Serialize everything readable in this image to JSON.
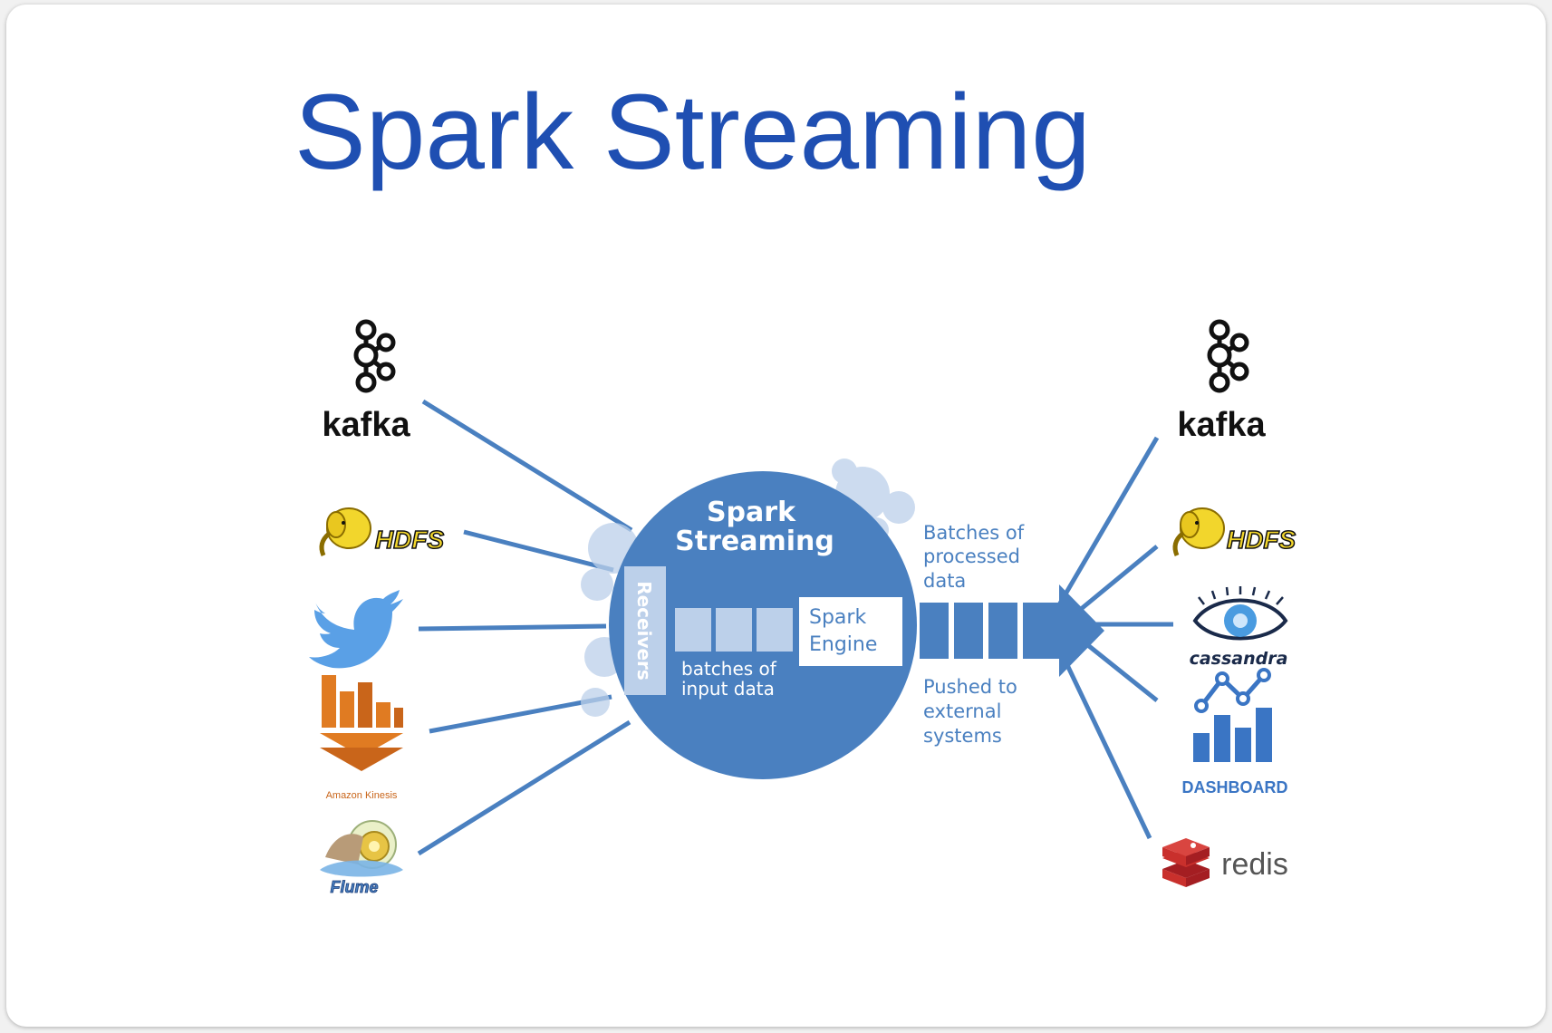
{
  "slide": {
    "title": "Spark Streaming"
  },
  "diagram": {
    "center": {
      "title_line1": "Spark",
      "title_line2": "Streaming",
      "receivers": "Receivers",
      "engine_line1": "Spark",
      "engine_line2": "Engine",
      "batches_input_line1": "batches of",
      "batches_input_line2": "input data"
    },
    "output_top": [
      "Batches of",
      "processed",
      "data"
    ],
    "output_bottom": [
      "Pushed to",
      "external",
      "systems"
    ],
    "sources": [
      {
        "name": "kafka",
        "icon": "kafka-icon"
      },
      {
        "name": "HDFS",
        "icon": "hdfs-elephant-icon"
      },
      {
        "name": "",
        "icon": "twitter-bird-icon"
      },
      {
        "name": "Amazon Kinesis",
        "icon": "kinesis-icon"
      },
      {
        "name": "Flume",
        "icon": "flume-icon"
      }
    ],
    "sinks": [
      {
        "name": "kafka",
        "icon": "kafka-icon"
      },
      {
        "name": "HDFS",
        "icon": "hdfs-elephant-icon"
      },
      {
        "name": "cassandra",
        "icon": "cassandra-eye-icon"
      },
      {
        "name": "DASHBOARD",
        "icon": "dashboard-chart-icon"
      },
      {
        "name": "redis",
        "icon": "redis-icon"
      }
    ],
    "colors": {
      "primary": "#4a80c0",
      "light": "#bcd0ea",
      "title": "#1f4fb2",
      "kinesis": "#e07b22",
      "redis": "#c9302c",
      "hdfs_yellow": "#f2d62c"
    }
  }
}
